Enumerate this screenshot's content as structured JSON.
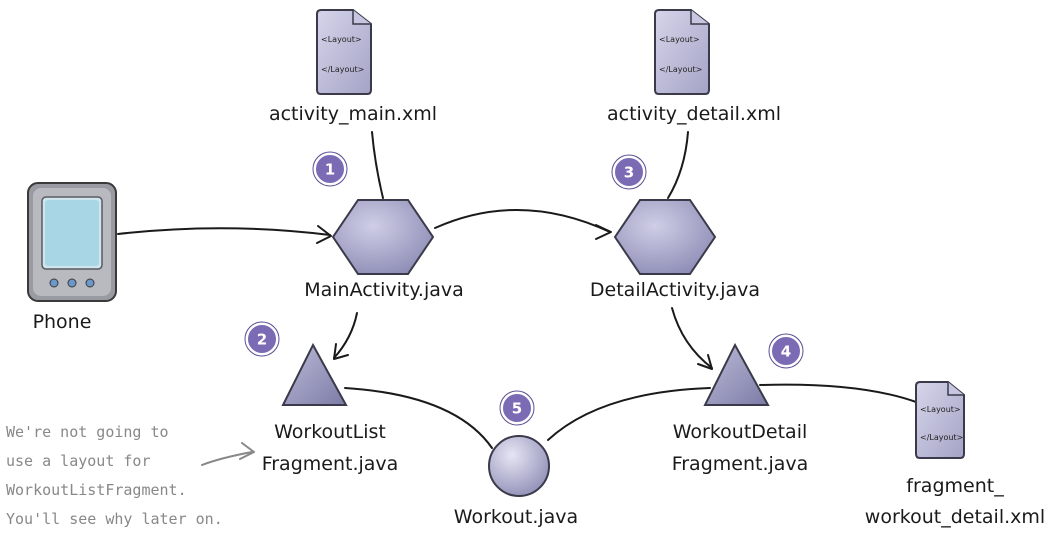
{
  "nodes": {
    "activity_main": "activity_main.xml",
    "activity_detail": "activity_detail.xml",
    "main_activity": "MainActivity.java",
    "detail_activity": "DetailActivity.java",
    "phone": "Phone",
    "workout_list_l1": "WorkoutList",
    "workout_list_l2": "Fragment.java",
    "workout_detail_l1": "WorkoutDetail",
    "workout_detail_l2": "Fragment.java",
    "workout": "Workout.java",
    "fragment_xml_l1": "fragment_",
    "fragment_xml_l2": "workout_detail.xml"
  },
  "doc_icon": {
    "open_tag": "<Layout>",
    "close_tag": "</Layout>"
  },
  "badges": [
    "1",
    "2",
    "3",
    "4",
    "5"
  ],
  "note": [
    "We're not going to",
    "use a layout for",
    "WorkoutListFragment.",
    "You'll see why later on."
  ],
  "colors": {
    "shape_fill": "#a9a8c9",
    "shape_stroke": "#3a3a4a",
    "badge": "#7b6bb5",
    "note": "#888888"
  }
}
